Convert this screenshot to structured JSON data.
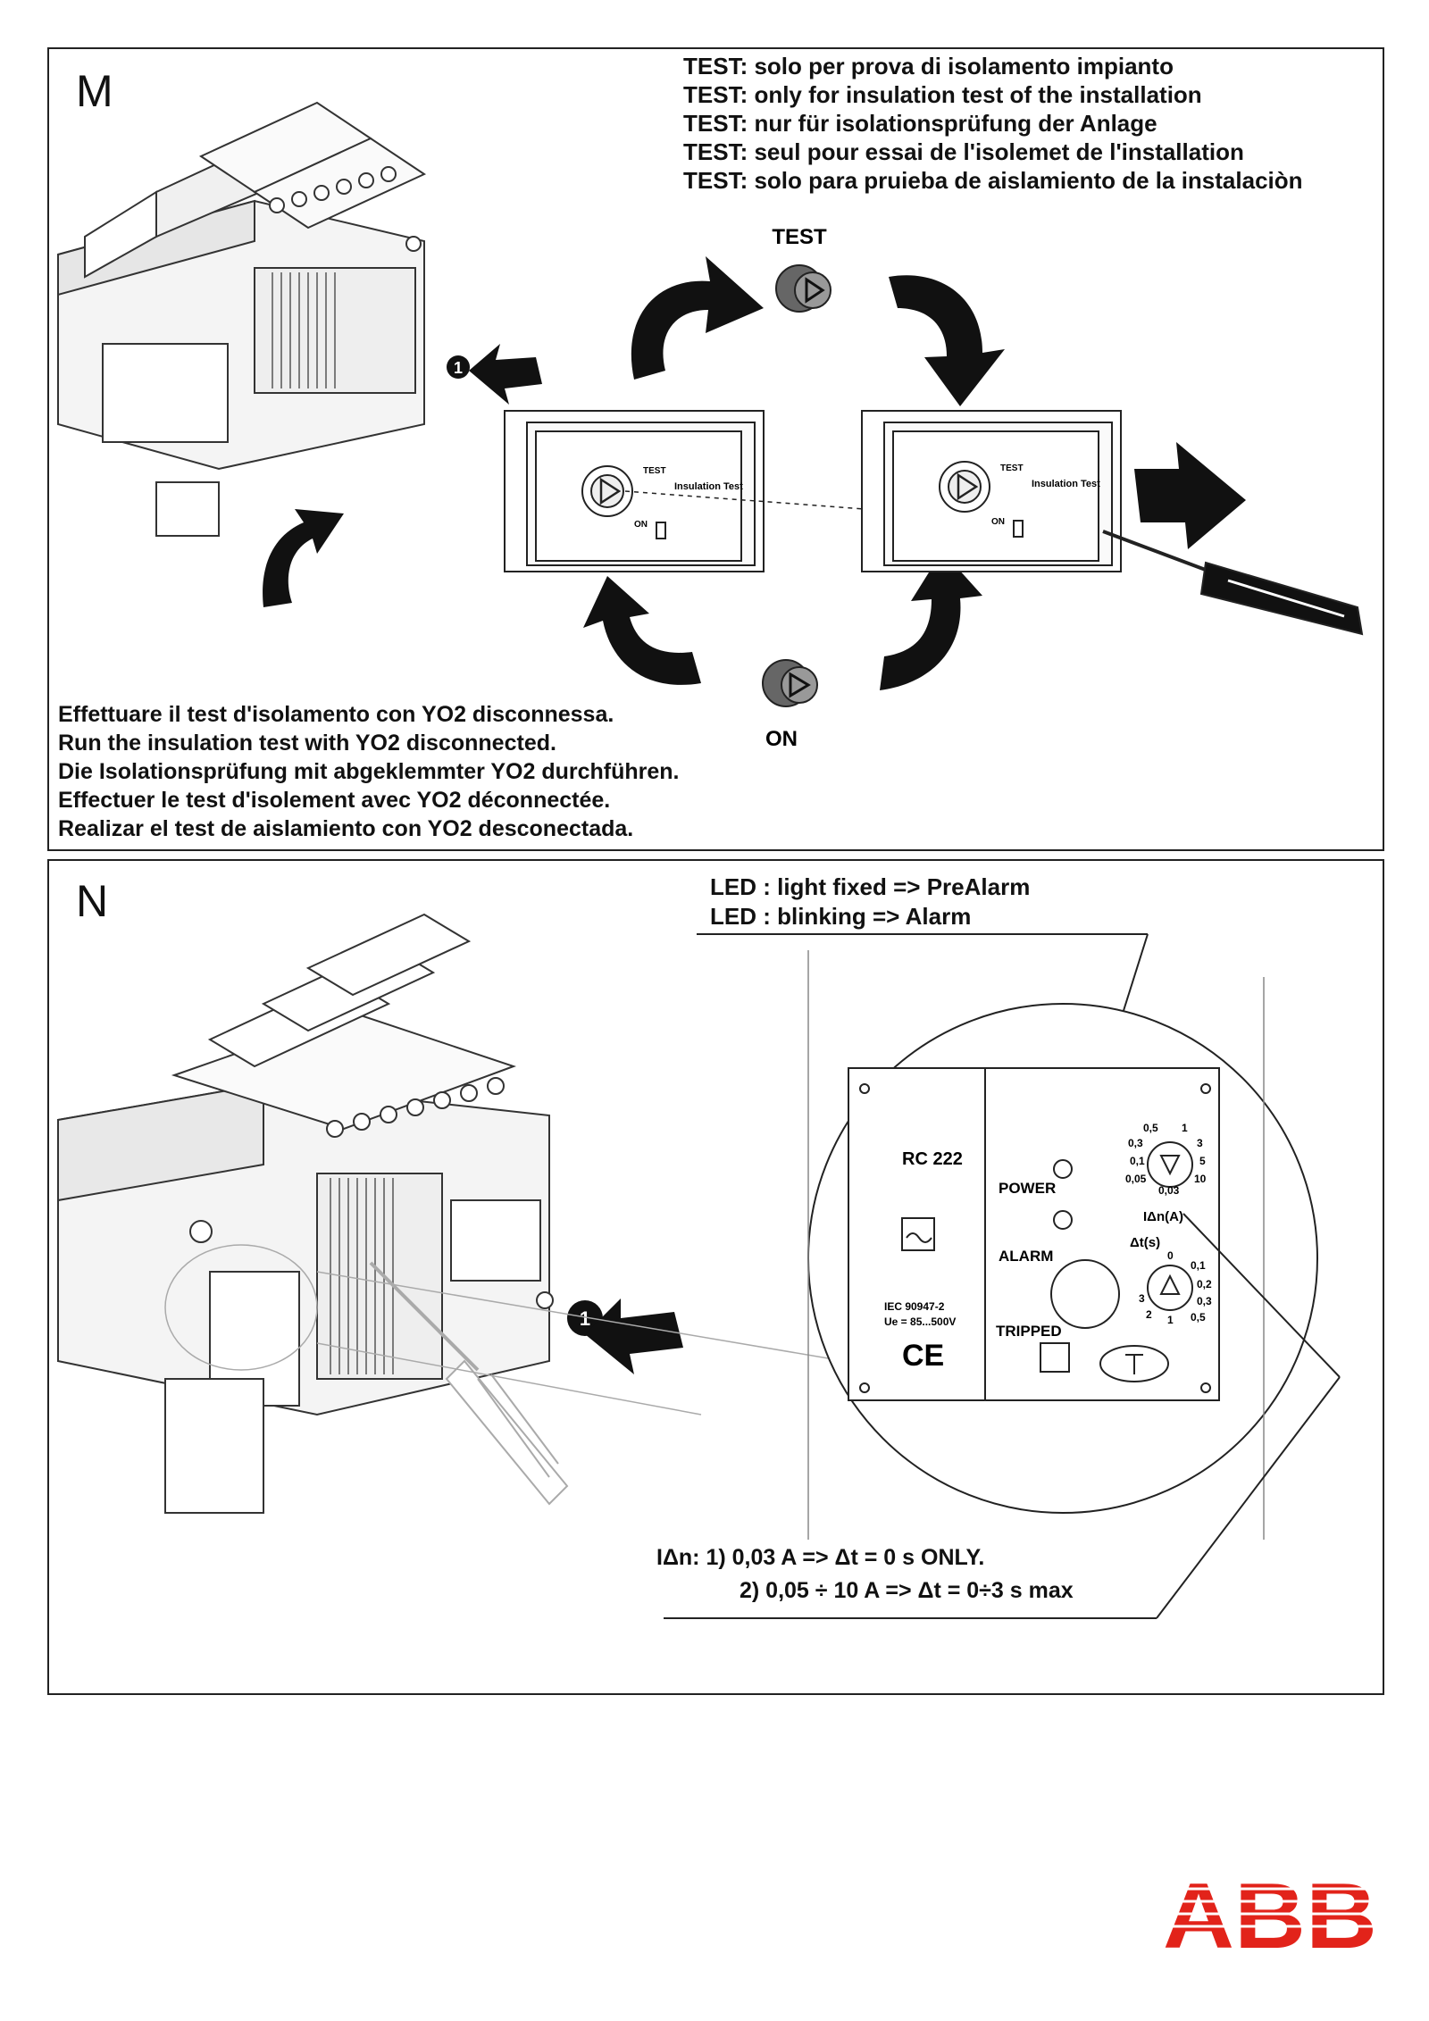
{
  "panel_m": {
    "letter": "M",
    "test_lines": [
      "TEST: solo per prova di isolamento impianto",
      "TEST: only for insulation test of the installation",
      "TEST: nur für isolationsprüfung der Anlage",
      "TEST: seul pour essai de l'isolemet de l'installation",
      "TEST: solo para pruieba de aislamiento de la instalaciòn"
    ],
    "knob_test_label": "TEST",
    "knob_on_label": "ON",
    "callout_number": "1",
    "device_labels": {
      "test": "TEST",
      "insulation_test": "Insulation Test",
      "on": "ON"
    },
    "run_lines": [
      "Effettuare il test d'isolamento con YO2 disconnessa.",
      "Run the insulation test with YO2 disconnected.",
      "Die Isolationsprüfung mit abgeklemmter YO2 durchführen.",
      "Effectuer le test d'isolement avec YO2 déconnectée.",
      "Realizar el test de aislamiento con YO2 desconectada."
    ]
  },
  "panel_n": {
    "letter": "N",
    "led_lines": [
      "LED : light fixed => PreAlarm",
      "LED :  blinking   => Alarm"
    ],
    "callout_number": "1",
    "relay": {
      "model": "RC 222",
      "power": "POWER",
      "alarm": "ALARM",
      "tripped": "TRIPPED",
      "standard": "IEC 90947-2",
      "voltage": "Ue = 85...500V",
      "ce_mark": "CE",
      "idn_label": "IΔn(A)",
      "dt_label": "Δt(s)",
      "idn_ticks": [
        "0,5",
        "1",
        "0,3",
        "3",
        "0,1",
        "5",
        "0,05",
        "10",
        "0,03"
      ],
      "dt_ticks": [
        "0",
        "0,1",
        "0,2",
        "3",
        "0,3",
        "2",
        "1",
        "0,5"
      ]
    },
    "idn_lines": [
      "IΔn:  1)  0,03 A => Δt =  0 s ONLY.",
      "2)  0,05 ÷ 10 A => Δt = 0÷3 s max"
    ]
  },
  "logo": "ABB",
  "colors": {
    "logo_red": "#e2231a",
    "line": "#222222",
    "arrow": "#111111"
  }
}
